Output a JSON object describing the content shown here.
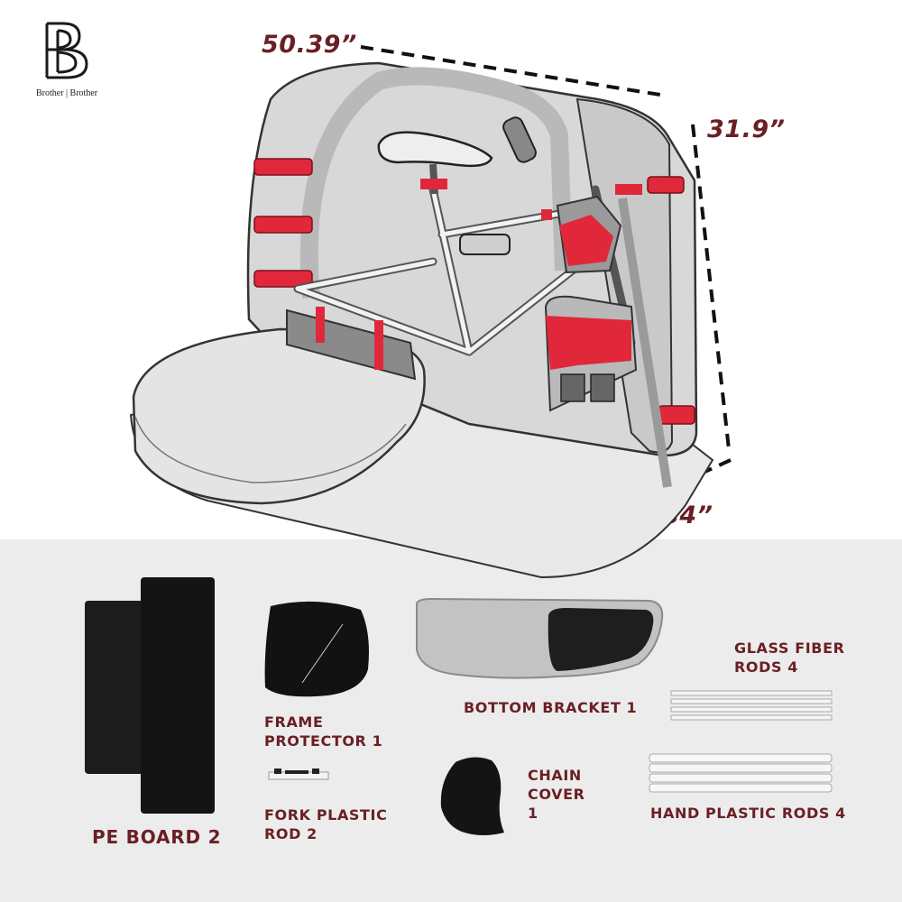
{
  "brand": {
    "logo_text": "Brother | Brother",
    "accent_color": "#6a1f24",
    "strap_color": "#e0283a"
  },
  "dimensions": {
    "length": "50.39”",
    "height": "31.9”",
    "depth": "9.84”"
  },
  "accessories": {
    "pe_board": "PE BOARD 2",
    "frame_protector": "FRAME\nPROTECTOR 1",
    "fork_plastic_rod": "FORK PLASTIC\nROD 2",
    "bottom_bracket": "BOTTOM BRACKET 1",
    "chain_cover": "CHAIN\nCOVER\n1",
    "glass_fiber_rods": "GLASS FIBER\nRODS 4",
    "hand_plastic_rods": "HAND PLASTIC RODS 4"
  }
}
